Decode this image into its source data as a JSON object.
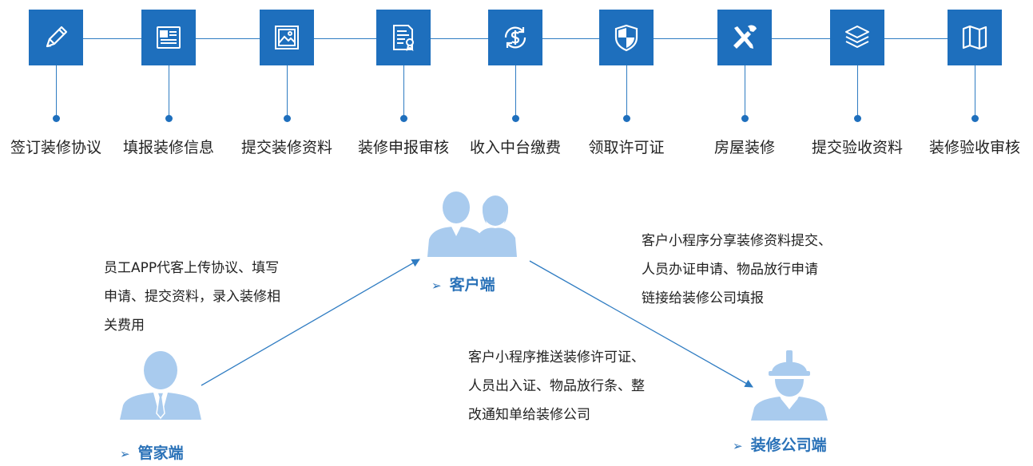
{
  "steps": [
    {
      "label": "签订装修协议",
      "icon": "pencil-icon"
    },
    {
      "label": "填报装修信息",
      "icon": "form-icon"
    },
    {
      "label": "提交装修资料",
      "icon": "image-frame-icon"
    },
    {
      "label": "装修申报审核",
      "icon": "certificate-icon"
    },
    {
      "label": "收入中台缴费",
      "icon": "dollar-cycle-icon"
    },
    {
      "label": "领取许可证",
      "icon": "shield-icon"
    },
    {
      "label": "房屋装修",
      "icon": "tools-icon"
    },
    {
      "label": "提交验收资料",
      "icon": "layers-icon"
    },
    {
      "label": "装修验收审核",
      "icon": "map-icon"
    }
  ],
  "roles": {
    "customer": {
      "label": "客户端",
      "icon": "couple-icon"
    },
    "steward": {
      "label": "管家端",
      "icon": "businessman-icon"
    },
    "contractor": {
      "label": "装修公司端",
      "icon": "worker-icon"
    }
  },
  "notes": {
    "steward_to_customer": [
      "员工APP代客上传协议、填写",
      "申请、提交资料，录入装修相",
      "关费用"
    ],
    "customer_to_contractor": [
      "客户小程序分享装修资料提交、",
      "人员办证申请、物品放行申请",
      "链接给装修公司填报"
    ],
    "push_to_contractor": [
      "客户小程序推送装修许可证、",
      "人员出入证、物品放行条、整",
      "改通知单给装修公司"
    ]
  },
  "colors": {
    "accent": "#1e6fbd",
    "person": "#a9cbee",
    "line": "#2f7cc2"
  }
}
